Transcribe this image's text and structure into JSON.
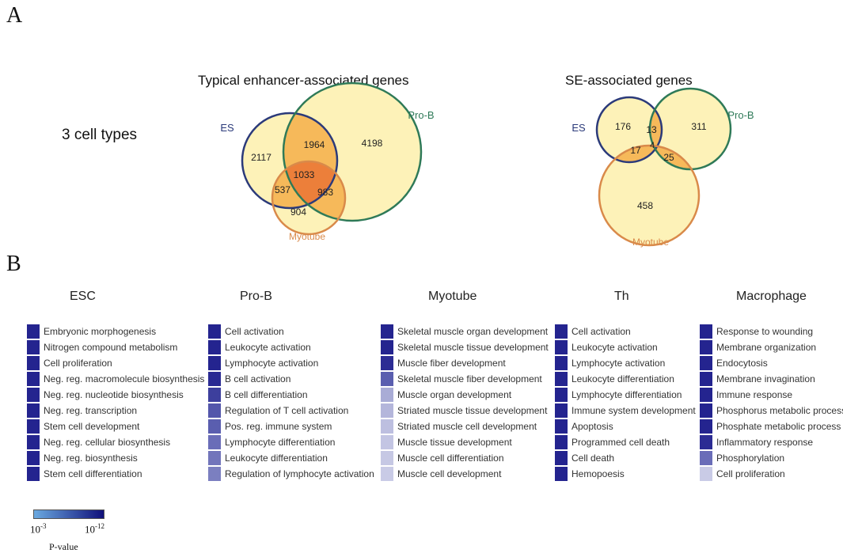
{
  "panel_a": {
    "letter": "A",
    "row_label": "3 cell types"
  },
  "venn_typical": {
    "title": "Typical enhancer-associated genes",
    "labels": {
      "es": "ES",
      "prob": "Pro-B",
      "myotube": "Myotube"
    },
    "counts": {
      "es_only": "2117",
      "es_prob": "1964",
      "prob_only": "4198",
      "all": "1033",
      "es_myo": "537",
      "prob_myo": "983",
      "myo_only": "904"
    }
  },
  "venn_se": {
    "title": "SE-associated genes",
    "labels": {
      "es": "ES",
      "prob": "Pro-B",
      "myotube": "Myotube"
    },
    "counts": {
      "es_only": "176",
      "es_prob": "13",
      "prob_only": "311",
      "all": "4",
      "es_myo": "17",
      "prob_myo": "25",
      "myo_only": "458"
    }
  },
  "panel_b": {
    "letter": "B"
  },
  "colors": {
    "es_circle": "#2b3a7a",
    "prob_circle": "#2f7a58",
    "myo_circle": "#d98a4a",
    "fill_light": "#fdf2b8",
    "fill_mid": "#f6b95a",
    "fill_dark": "#ec7f3a",
    "p_high": "#24248f",
    "p_mid": "#7b7fc0",
    "p_low": "#c9cbe6"
  },
  "go_columns": [
    {
      "title": "ESC",
      "terms": [
        {
          "label": "Embryonic morphogenesis",
          "color": "#24248f"
        },
        {
          "label": "Nitrogen compound metabolism",
          "color": "#24248f"
        },
        {
          "label": "Cell proliferation",
          "color": "#24248f"
        },
        {
          "label": "Neg. reg. macromolecule biosynthesis",
          "color": "#24248f"
        },
        {
          "label": "Neg. reg. nucleotide biosynthesis",
          "color": "#24248f"
        },
        {
          "label": "Neg. reg. transcription",
          "color": "#24248f"
        },
        {
          "label": "Stem cell development",
          "color": "#24248f"
        },
        {
          "label": "Neg. reg. cellular biosynthesis",
          "color": "#24248f"
        },
        {
          "label": "Neg. reg. biosynthesis",
          "color": "#24248f"
        },
        {
          "label": "Stem cell differentiation",
          "color": "#24248f"
        }
      ]
    },
    {
      "title": "Pro-B",
      "terms": [
        {
          "label": "Cell activation",
          "color": "#24248f"
        },
        {
          "label": "Leukocyte activation",
          "color": "#24248f"
        },
        {
          "label": "Lymphocyte activation",
          "color": "#24248f"
        },
        {
          "label": "B cell activation",
          "color": "#2a2a93"
        },
        {
          "label": "B cell differentiation",
          "color": "#3d3f9d"
        },
        {
          "label": "Regulation of T cell activation",
          "color": "#5356ab"
        },
        {
          "label": "Pos. reg. immune system",
          "color": "#5a5eaf"
        },
        {
          "label": "Lymphocyte differentiation",
          "color": "#6a6db8"
        },
        {
          "label": "Leukocyte differentiation",
          "color": "#7275bb"
        },
        {
          "label": "Regulation of lymphocyte activation",
          "color": "#7b7fc0"
        }
      ]
    },
    {
      "title": "Myotube",
      "terms": [
        {
          "label": "Skeletal muscle organ development",
          "color": "#24248f"
        },
        {
          "label": "Skeletal muscle tissue development",
          "color": "#24248f"
        },
        {
          "label": "Muscle fiber development",
          "color": "#2c2c94"
        },
        {
          "label": "Skeletal muscle fiber development",
          "color": "#5a5eaf"
        },
        {
          "label": "Muscle organ development",
          "color": "#a9acd6"
        },
        {
          "label": "Striated muscle tissue development",
          "color": "#b4b6db"
        },
        {
          "label": "Striated muscle cell development",
          "color": "#bdbfe0"
        },
        {
          "label": "Muscle tissue development",
          "color": "#c3c5e3"
        },
        {
          "label": "Muscle cell differentiation",
          "color": "#c6c8e4"
        },
        {
          "label": "Muscle cell development",
          "color": "#c9cbe6"
        }
      ]
    },
    {
      "title": "Th",
      "terms": [
        {
          "label": "Cell activation",
          "color": "#24248f"
        },
        {
          "label": "Leukocyte activation",
          "color": "#24248f"
        },
        {
          "label": "Lymphocyte activation",
          "color": "#24248f"
        },
        {
          "label": "Leukocyte differentiation",
          "color": "#24248f"
        },
        {
          "label": "Lymphocyte differentiation",
          "color": "#24248f"
        },
        {
          "label": "Immune system development",
          "color": "#24248f"
        },
        {
          "label": "Apoptosis",
          "color": "#24248f"
        },
        {
          "label": "Programmed cell death",
          "color": "#24248f"
        },
        {
          "label": "Cell death",
          "color": "#24248f"
        },
        {
          "label": "Hemopoesis",
          "color": "#24248f"
        }
      ]
    },
    {
      "title": "Macrophage",
      "terms": [
        {
          "label": "Response to wounding",
          "color": "#24248f"
        },
        {
          "label": "Membrane organization",
          "color": "#24248f"
        },
        {
          "label": "Endocytosis",
          "color": "#24248f"
        },
        {
          "label": "Membrane invagination",
          "color": "#24248f"
        },
        {
          "label": "Immune response",
          "color": "#24248f"
        },
        {
          "label": "Phosphorus metabolic process",
          "color": "#24248f"
        },
        {
          "label": "Phosphate metabolic process",
          "color": "#24248f"
        },
        {
          "label": "Inflammatory response",
          "color": "#2c2c94"
        },
        {
          "label": "Phosphorylation",
          "color": "#6a6db8"
        },
        {
          "label": "Cell proliferation",
          "color": "#c9cbe6"
        }
      ]
    }
  ],
  "legend": {
    "low": "10",
    "low_exp": "-3",
    "high": "10",
    "high_exp": "-12",
    "title": "P-value",
    "color_low": "#6aa9e0",
    "color_high": "#10107a"
  }
}
